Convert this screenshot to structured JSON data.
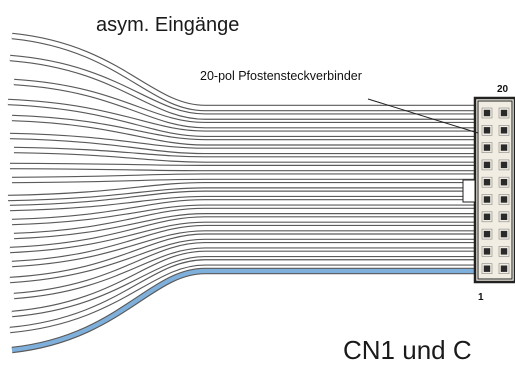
{
  "labels": {
    "inputs": "asym. Eingänge",
    "connector": "20-pol Pfostensteckverbinder",
    "pin_top": "20",
    "pin_bottom": "1",
    "caption": "CN1 und C"
  },
  "diagram": {
    "wire_count": 20,
    "connector_pins": 20,
    "highlighted_wire": 1
  },
  "colors": {
    "wire_outline": "#5a5a5a",
    "wire_fill": "#ffffff",
    "highlight": "#7fb0dc",
    "connector_fill": "#f1ede2",
    "connector_frame": "#222222",
    "pin": "#2a2a2a"
  }
}
